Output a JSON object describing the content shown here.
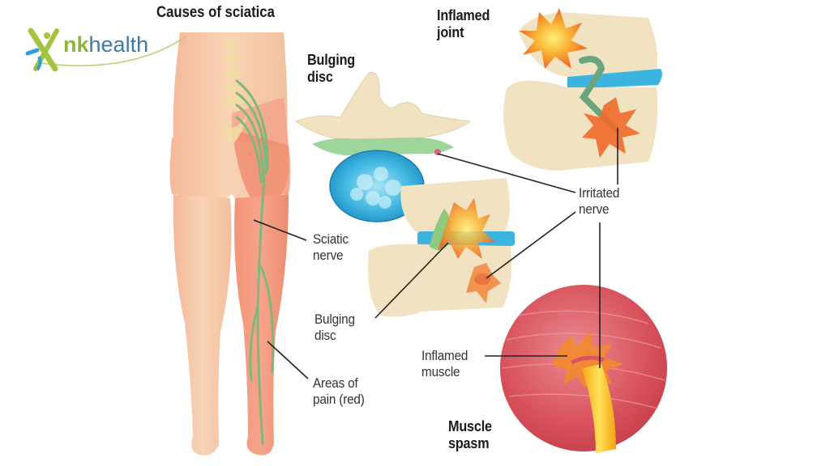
{
  "figure": {
    "title": "Causes of sciatica",
    "brand": {
      "prefix": "nk",
      "suffix": "health",
      "colors": {
        "green": "#8cb53a",
        "blue": "#3f79a8"
      }
    },
    "sections": {
      "bulging_disc_header": "Bulging\ndisc",
      "inflamed_joint_header": "Inflamed\njoint",
      "muscle_spasm_header": "Muscle\nspasm"
    },
    "callouts": {
      "sciatic_nerve": "Sciatic\nnerve",
      "bulging_disc": "Bulging\ndisc",
      "areas_of_pain": "Areas of\npain (red)",
      "irritated_nerve": "Irritated\nnerve",
      "inflamed_muscle": "Inflamed\nmuscle"
    },
    "colors": {
      "skin": "#f6c9a4",
      "pain_red": "#f08a6e",
      "nerve_green": "#7fb87a",
      "disc_blue": "#3bb5e0",
      "bone": "#f1e3c2",
      "muscle": "#d9545e",
      "inflammation": "#f3892e",
      "nerve_yellow": "#f7c21b"
    }
  }
}
